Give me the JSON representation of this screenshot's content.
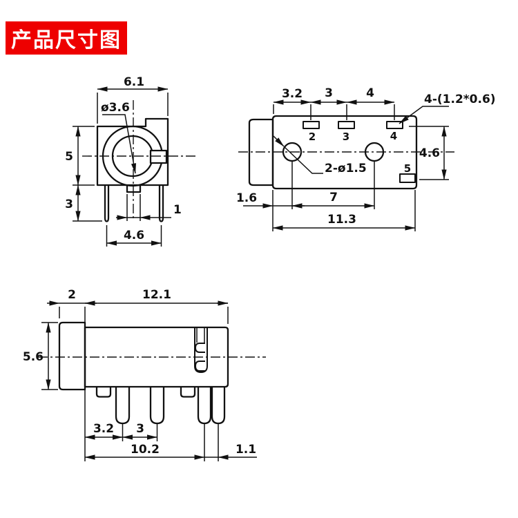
{
  "title": "产品尺寸图",
  "colors": {
    "accent": "#ee0000",
    "line": "#111111",
    "background": "#ffffff"
  },
  "front_view": {
    "label_width": "6.1",
    "label_diameter": "ø3.6",
    "label_height": "5",
    "label_pin_length": "3",
    "label_tab_width": "1",
    "label_pin_pitch": "4.6"
  },
  "top_view": {
    "label_pitch_a": "3.2",
    "label_pitch_b": "3",
    "label_pitch_c": "4",
    "label_slot_size": "4-(1.2*0.6)",
    "label_height": "4.6",
    "label_holes": "2-ø1.5",
    "label_edge": "1.6",
    "label_hole_span": "7",
    "label_total_width": "11.3",
    "pin2": "2",
    "pin3": "3",
    "pin4": "4",
    "pin5": "5"
  },
  "side_view": {
    "label_bushing": "2",
    "label_body": "12.1",
    "label_height": "5.6",
    "label_pitch_a": "3.2",
    "label_pitch_b": "3",
    "label_span": "10.2",
    "label_pair_pitch": "1.1"
  }
}
